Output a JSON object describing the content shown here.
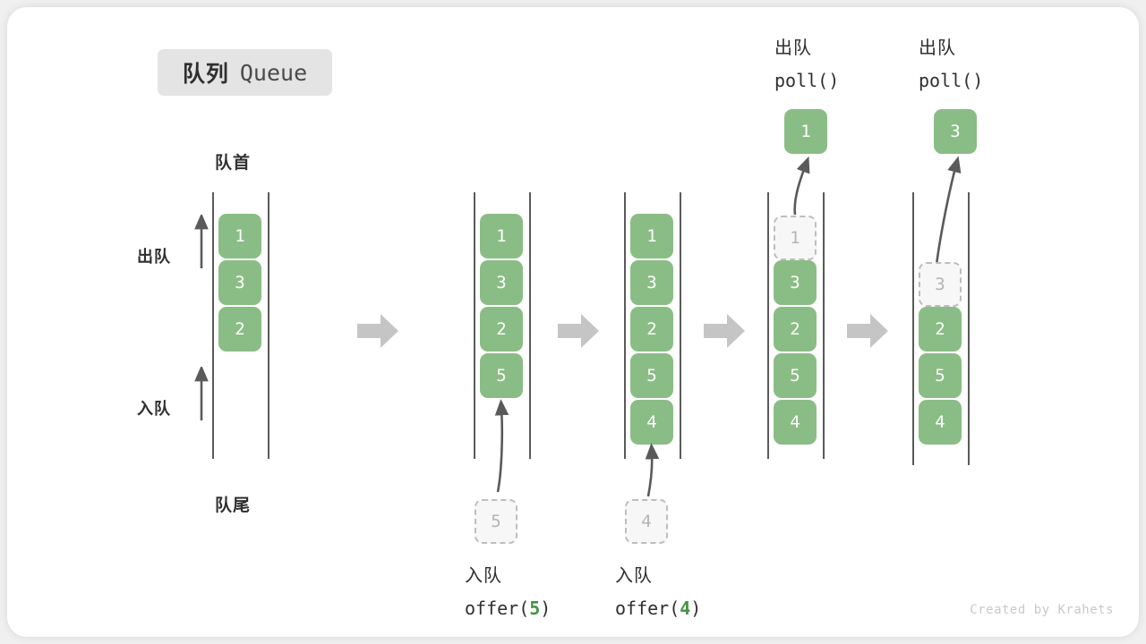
{
  "title": {
    "cn": "队列",
    "en": "Queue"
  },
  "labels": {
    "head": "队首",
    "tail": "队尾",
    "dequeue_side": "出队",
    "enqueue_side": "入队"
  },
  "colors": {
    "tile_green": "#8abd85",
    "code_green": "#429543",
    "rail_gray": "#5a5a5a",
    "arrow_gray": "#c5c5c5",
    "ghost_fill": "#f7f7f7",
    "ghost_border": "#bdbdbd",
    "text_dark": "#2f2f2f",
    "badge_bg": "#e4e4e4",
    "card_bg": "#ffffff",
    "page_bg": "#f0f0f0"
  },
  "steps": [
    {
      "id": "initial",
      "tiles": [
        "1",
        "3",
        "2"
      ],
      "ghost_in_queue": null,
      "popped_tile": null,
      "input_ghost": null,
      "caption_cn": null,
      "caption_code": null,
      "top_cn": null,
      "top_code": null
    },
    {
      "id": "offer-5",
      "tiles": [
        "1",
        "3",
        "2",
        "5"
      ],
      "ghost_in_queue": null,
      "popped_tile": null,
      "input_ghost": "5",
      "caption_cn": "入队",
      "caption_code_prefix": "offer(",
      "caption_code_num": "5",
      "caption_code_suffix": ")",
      "top_cn": null,
      "top_code": null
    },
    {
      "id": "offer-4",
      "tiles": [
        "1",
        "3",
        "2",
        "5",
        "4"
      ],
      "ghost_in_queue": null,
      "popped_tile": null,
      "input_ghost": "4",
      "caption_cn": "入队",
      "caption_code_prefix": "offer(",
      "caption_code_num": "4",
      "caption_code_suffix": ")",
      "top_cn": null,
      "top_code": null
    },
    {
      "id": "poll-1",
      "tiles": [
        "3",
        "2",
        "5",
        "4"
      ],
      "ghost_in_queue": "1",
      "ghost_slot": 0,
      "popped_tile": "1",
      "input_ghost": null,
      "caption_cn": null,
      "caption_code": null,
      "top_cn": "出队",
      "top_code": "poll()"
    },
    {
      "id": "poll-3",
      "tiles": [
        "2",
        "5",
        "4"
      ],
      "ghost_in_queue": "3",
      "ghost_slot": 1,
      "popped_tile": "3",
      "input_ghost": null,
      "caption_cn": null,
      "caption_code": null,
      "top_cn": "出队",
      "top_code": "poll()"
    }
  ],
  "credit": "Created by Krahets"
}
